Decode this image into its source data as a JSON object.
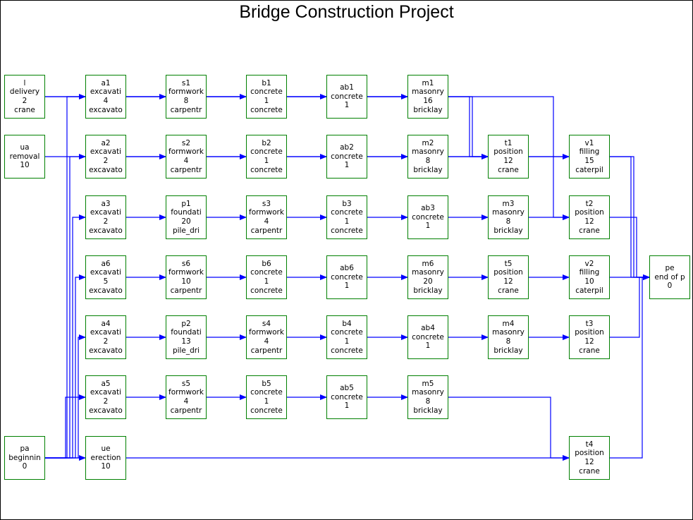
{
  "title": "Bridge Construction Project",
  "colors": {
    "node_border": "#008000",
    "edge": "#0000ff"
  },
  "nodes": [
    {
      "id": "l",
      "lines": [
        "l",
        "delivery",
        "2",
        "crane"
      ]
    },
    {
      "id": "ua",
      "lines": [
        "ua",
        "removal",
        "10"
      ]
    },
    {
      "id": "pa",
      "lines": [
        "pa",
        "beginnin",
        "0"
      ]
    },
    {
      "id": "a1",
      "lines": [
        "a1",
        "excavati",
        "4",
        "excavato"
      ]
    },
    {
      "id": "a2",
      "lines": [
        "a2",
        "excavati",
        "2",
        "excavato"
      ]
    },
    {
      "id": "a3",
      "lines": [
        "a3",
        "excavati",
        "2",
        "excavato"
      ]
    },
    {
      "id": "a6",
      "lines": [
        "a6",
        "excavati",
        "5",
        "excavato"
      ]
    },
    {
      "id": "a4",
      "lines": [
        "a4",
        "excavati",
        "2",
        "excavato"
      ]
    },
    {
      "id": "a5",
      "lines": [
        "a5",
        "excavati",
        "2",
        "excavato"
      ]
    },
    {
      "id": "ue",
      "lines": [
        "ue",
        "erection",
        "10"
      ]
    },
    {
      "id": "s1",
      "lines": [
        "s1",
        "formwork",
        "8",
        "carpentr"
      ]
    },
    {
      "id": "s2",
      "lines": [
        "s2",
        "formwork",
        "4",
        "carpentr"
      ]
    },
    {
      "id": "p1",
      "lines": [
        "p1",
        "foundati",
        "20",
        "pile_dri"
      ]
    },
    {
      "id": "s6",
      "lines": [
        "s6",
        "formwork",
        "10",
        "carpentr"
      ]
    },
    {
      "id": "p2",
      "lines": [
        "p2",
        "foundati",
        "13",
        "pile_dri"
      ]
    },
    {
      "id": "s5",
      "lines": [
        "s5",
        "formwork",
        "4",
        "carpentr"
      ]
    },
    {
      "id": "b1",
      "lines": [
        "b1",
        "concrete",
        "1",
        "concrete"
      ]
    },
    {
      "id": "b2",
      "lines": [
        "b2",
        "concrete",
        "1",
        "concrete"
      ]
    },
    {
      "id": "s3",
      "lines": [
        "s3",
        "formwork",
        "4",
        "carpentr"
      ]
    },
    {
      "id": "b6",
      "lines": [
        "b6",
        "concrete",
        "1",
        "concrete"
      ]
    },
    {
      "id": "s4",
      "lines": [
        "s4",
        "formwork",
        "4",
        "carpentr"
      ]
    },
    {
      "id": "b5",
      "lines": [
        "b5",
        "concrete",
        "1",
        "concrete"
      ]
    },
    {
      "id": "ab1",
      "lines": [
        "ab1",
        "concrete",
        "1"
      ]
    },
    {
      "id": "ab2",
      "lines": [
        "ab2",
        "concrete",
        "1"
      ]
    },
    {
      "id": "b3",
      "lines": [
        "b3",
        "concrete",
        "1",
        "concrete"
      ]
    },
    {
      "id": "ab6",
      "lines": [
        "ab6",
        "concrete",
        "1"
      ]
    },
    {
      "id": "b4",
      "lines": [
        "b4",
        "concrete",
        "1",
        "concrete"
      ]
    },
    {
      "id": "ab5",
      "lines": [
        "ab5",
        "concrete",
        "1"
      ]
    },
    {
      "id": "m1",
      "lines": [
        "m1",
        "masonry",
        "16",
        "bricklay"
      ]
    },
    {
      "id": "m2",
      "lines": [
        "m2",
        "masonry",
        "8",
        "bricklay"
      ]
    },
    {
      "id": "ab3",
      "lines": [
        "ab3",
        "concrete",
        "1"
      ]
    },
    {
      "id": "m6",
      "lines": [
        "m6",
        "masonry",
        "20",
        "bricklay"
      ]
    },
    {
      "id": "ab4",
      "lines": [
        "ab4",
        "concrete",
        "1"
      ]
    },
    {
      "id": "m5",
      "lines": [
        "m5",
        "masonry",
        "8",
        "bricklay"
      ]
    },
    {
      "id": "t1",
      "lines": [
        "t1",
        "position",
        "12",
        "crane"
      ]
    },
    {
      "id": "m3",
      "lines": [
        "m3",
        "masonry",
        "8",
        "bricklay"
      ]
    },
    {
      "id": "t5",
      "lines": [
        "t5",
        "position",
        "12",
        "crane"
      ]
    },
    {
      "id": "m4",
      "lines": [
        "m4",
        "masonry",
        "8",
        "bricklay"
      ]
    },
    {
      "id": "v1",
      "lines": [
        "v1",
        "filling",
        "15",
        "caterpil"
      ]
    },
    {
      "id": "t2",
      "lines": [
        "t2",
        "position",
        "12",
        "crane"
      ]
    },
    {
      "id": "v2",
      "lines": [
        "v2",
        "filling",
        "10",
        "caterpil"
      ]
    },
    {
      "id": "t3",
      "lines": [
        "t3",
        "position",
        "12",
        "crane"
      ]
    },
    {
      "id": "t4",
      "lines": [
        "t4",
        "position",
        "12",
        "crane"
      ]
    },
    {
      "id": "pe",
      "lines": [
        "pe",
        "end of p",
        "0"
      ]
    }
  ],
  "edges": [
    [
      "pa",
      "a1"
    ],
    [
      "pa",
      "a2"
    ],
    [
      "pa",
      "a3"
    ],
    [
      "pa",
      "a6"
    ],
    [
      "pa",
      "a4"
    ],
    [
      "pa",
      "a5"
    ],
    [
      "pa",
      "ue"
    ],
    [
      "a1",
      "s1"
    ],
    [
      "s1",
      "b1"
    ],
    [
      "b1",
      "ab1"
    ],
    [
      "ab1",
      "m1"
    ],
    [
      "a2",
      "s2"
    ],
    [
      "s2",
      "b2"
    ],
    [
      "b2",
      "ab2"
    ],
    [
      "ab2",
      "m2"
    ],
    [
      "m2",
      "t1"
    ],
    [
      "t1",
      "v1"
    ],
    [
      "a3",
      "p1"
    ],
    [
      "p1",
      "s3"
    ],
    [
      "s3",
      "b3"
    ],
    [
      "b3",
      "ab3"
    ],
    [
      "ab3",
      "m3"
    ],
    [
      "m3",
      "t2"
    ],
    [
      "a6",
      "s6"
    ],
    [
      "s6",
      "b6"
    ],
    [
      "b6",
      "ab6"
    ],
    [
      "ab6",
      "m6"
    ],
    [
      "m6",
      "t5"
    ],
    [
      "t5",
      "v2"
    ],
    [
      "v2",
      "pe"
    ],
    [
      "a4",
      "p2"
    ],
    [
      "p2",
      "s4"
    ],
    [
      "s4",
      "b4"
    ],
    [
      "b4",
      "ab4"
    ],
    [
      "ab4",
      "m4"
    ],
    [
      "m4",
      "t3"
    ],
    [
      "a5",
      "s5"
    ],
    [
      "s5",
      "b5"
    ],
    [
      "b5",
      "ab5"
    ],
    [
      "ab5",
      "m5"
    ],
    [
      "m1",
      "t1"
    ],
    [
      "m5",
      "t4"
    ],
    [
      "l",
      "t1"
    ],
    [
      "l",
      "t2"
    ],
    [
      "ue",
      "t4"
    ],
    [
      "ua",
      "pe"
    ],
    [
      "v1",
      "pe"
    ],
    [
      "t2",
      "pe"
    ],
    [
      "t3",
      "pe"
    ],
    [
      "t4",
      "pe"
    ]
  ]
}
